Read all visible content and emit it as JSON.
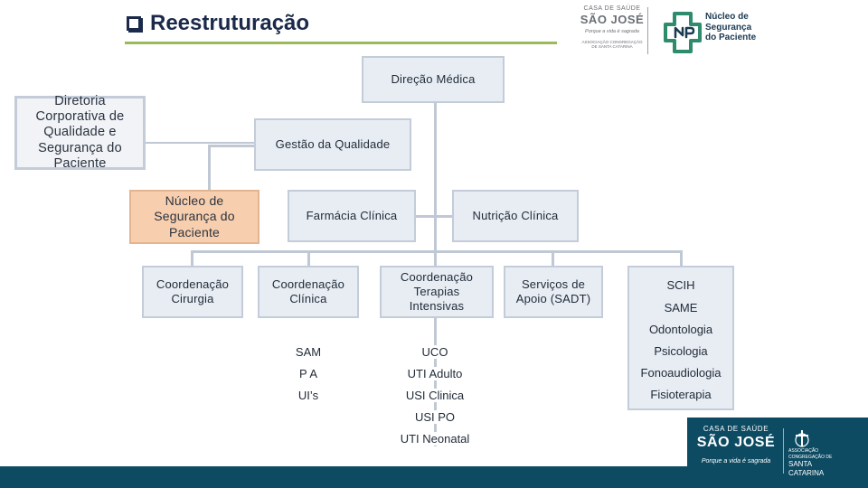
{
  "header": {
    "title": "Reestruturação",
    "logo_casa_small": "CASA DE SAÚDE",
    "logo_sj": "SÃO JOSÉ",
    "logo_slogan": "Porque a vida é sagrada",
    "logo_assoc_line1": "ASSOCIAÇÃO CONGREGAÇÃO",
    "logo_assoc_line2": "DE SANTA CATARINA",
    "nucleo_line1": "Núcleo de",
    "nucleo_line2": "Segurança",
    "nucleo_line3": "do Paciente"
  },
  "org": {
    "direcao": "Direção Médica",
    "diretoria": "Diretoria Corporativa de Qualidade e Segurança do Paciente",
    "gestao": "Gestão da Qualidade",
    "nucleo": "Núcleo de Segurança do Paciente",
    "farmacia": "Farmácia Clínica",
    "nutricao": "Nutrição Clínica",
    "coord_cirurgia": "Coordenação Cirurgia",
    "coord_clinica": "Coordenação Clínica",
    "coord_terapias": "Coordenação Terapias Intensivas",
    "servicos": "Serviços de Apoio (SADT)",
    "clinica_items": [
      "SAM",
      "P A",
      "UI’s"
    ],
    "terapias_items": [
      "UCO",
      "UTI Adulto",
      "USI Clinica",
      "USI PO",
      "UTI Neonatal"
    ],
    "sadt_items": [
      "SCIH",
      "SAME",
      "Odontologia",
      "Psicologia",
      "Fonoaudiologia",
      "Fisioterapia"
    ]
  },
  "footer": {
    "casa": "CASA DE SAÚDE",
    "sj": "SÃO JOSÉ",
    "slogan": "Porque a vida é sagrada",
    "assoc_line1": "ASSOCIAÇÃO",
    "assoc_line2": "CONGREGAÇÃO DE",
    "assoc_line3": "SANTA",
    "assoc_line4": "CATARINA"
  },
  "colors": {
    "accent_green": "#9bbb59",
    "box_fill": "#e8edf4",
    "peach": "#f8cfae",
    "footer_teal": "#0d4b63",
    "logo_green": "#2e8b6e"
  }
}
